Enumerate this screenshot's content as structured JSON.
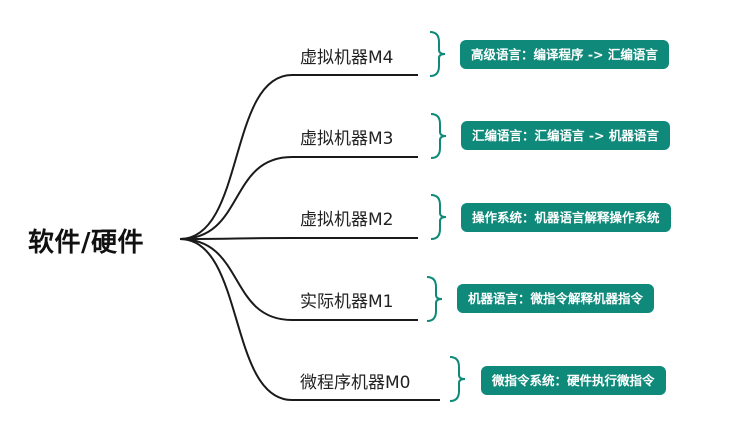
{
  "root": {
    "label": "软件/硬件"
  },
  "accent_color": "#0f8a7a",
  "line_color": "#1a1a1a",
  "branches": [
    {
      "label": "虚拟机器M4",
      "note": "高级语言：编译程序 -> 汇编语言"
    },
    {
      "label": "虚拟机器M3",
      "note": "汇编语言：汇编语言 -> 机器语言"
    },
    {
      "label": "虚拟机器M2",
      "note": "操作系统：机器语言解释操作系统"
    },
    {
      "label": "实际机器M1",
      "note": "机器语言：微指令解释机器指令"
    },
    {
      "label": "微程序机器M0",
      "note": "微指令系统：硬件执行微指令"
    }
  ]
}
